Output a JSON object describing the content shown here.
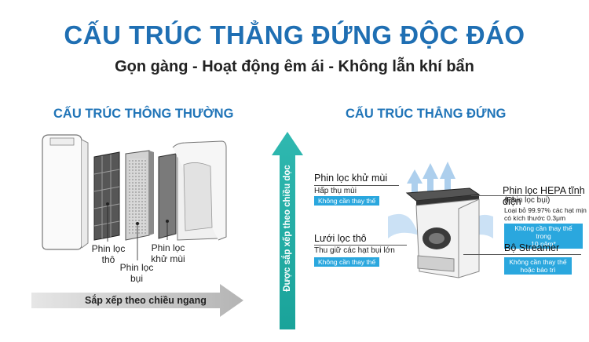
{
  "header": {
    "title": "CẤU TRÚC THẲNG ĐỨNG ĐỘC ĐÁO",
    "subtitle": "Gọn gàng - Hoạt động êm ái - Không lẫn khí bẩn"
  },
  "left": {
    "title": "CẤU TRÚC THÔNG THƯỜNG",
    "labels": {
      "coarse": "Phin lọc\nthô",
      "dust": "Phin lọc\nbụi",
      "deodor": "Phin lọc\nkhử mùi"
    },
    "arrow_label": "Sắp xếp theo chiều ngang"
  },
  "center": {
    "arrow_label": "Được sắp xếp theo chiều dọc"
  },
  "right": {
    "title": "CẤU TRÚC THẲNG ĐỨNG",
    "deodor": {
      "title": "Phin lọc khử mùi",
      "desc": "Hấp thụ mùi",
      "badge": "Không cần thay thế"
    },
    "coarse": {
      "title": "Lưới lọc thô",
      "desc": "Thu giữ các hạt bụi lớn",
      "badge": "Không cần thay thế"
    },
    "hepa": {
      "title": "Phin lọc HEPA tĩnh điện",
      "sub": "(Phin lọc bụi)",
      "desc": "Loại bỏ 99.97% các hạt mịn\ncó kích thước 0.3μm",
      "badge": "Không cần thay thế trong\n10 năm*"
    },
    "streamer": {
      "title": "Bộ Streamer",
      "badge": "Không cần thay thế\nhoặc bảo trì"
    }
  },
  "colors": {
    "title_blue": "#1f6fb3",
    "accent_teal": "#2fb8b0",
    "badge_blue": "#2aa7de",
    "arrow_gray": "#bdbdbd"
  }
}
